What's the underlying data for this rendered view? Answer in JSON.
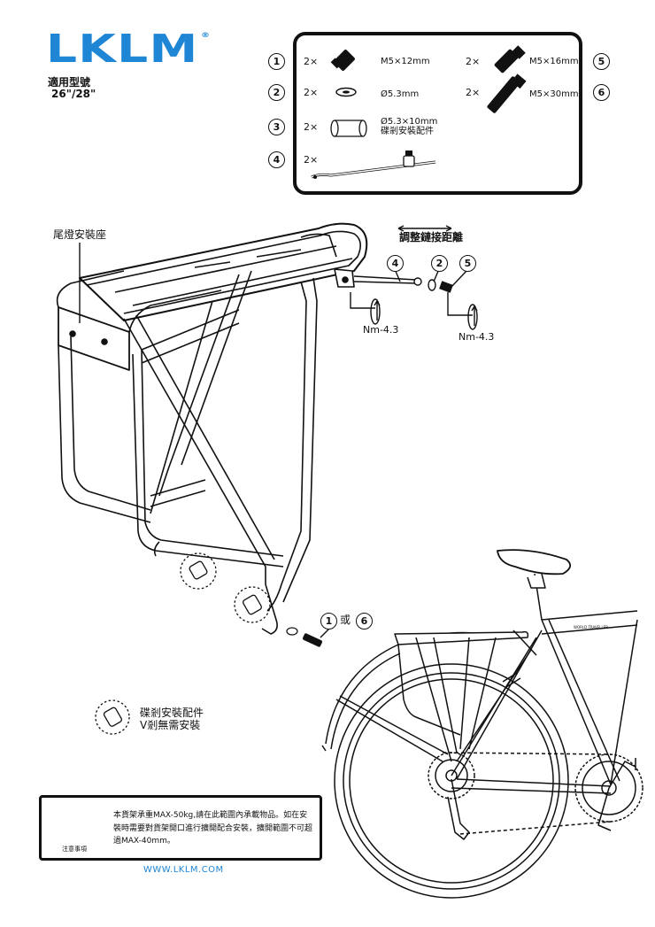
{
  "brand": {
    "logo": "LKLM",
    "registered_mark": "®",
    "url": "WWW.LKLM.COM",
    "accent_color": "#1f86d6"
  },
  "compatibility": {
    "title": "適用型號",
    "sizes": "26\"/28\""
  },
  "parts": [
    {
      "number": "1",
      "qty": "2×",
      "desc": "M5×12mm",
      "icon": "bolt-icon"
    },
    {
      "number": "2",
      "qty": "2×",
      "desc": "Ø5.3mm",
      "icon": "washer-icon"
    },
    {
      "number": "3",
      "qty": "2×",
      "desc_line1": "Ø5.3×10mm",
      "desc_line2": "碟剎安裝配件",
      "icon": "spacer-icon"
    },
    {
      "number": "4",
      "qty": "2×",
      "desc": "",
      "icon": "adjustable-strut-icon"
    },
    {
      "number": "5",
      "qty": "2×",
      "desc": "M5×16mm",
      "icon": "bolt-icon"
    },
    {
      "number": "6",
      "qty": "2×",
      "desc": "M5×30mm",
      "icon": "long-bolt-icon"
    }
  ],
  "diagram": {
    "taillight_mount_label": "尾燈安裝座",
    "adjust_distance_label": "調整鏈接距離",
    "callout_4": "4",
    "callout_2": "2",
    "callout_5": "5",
    "torque_1": "Nm-4.3",
    "torque_2": "Nm-4.3",
    "callout_1": "1",
    "callout_or": "或",
    "callout_6": "6",
    "disc_note_line1": "碟剎安裝配件",
    "disc_note_line2": "V剎無需安裝",
    "bike_frame_text": "WORLD TRAVELLER"
  },
  "warning": {
    "icon": "warning-triangle-icon",
    "caption": "注意事項",
    "text": "本貨架承重MAX-50kg,請在此範圍內承載物品。如在安裝時需要對貨架開口進行擴開配合安裝，擴開範圍不可超過MAX-40mm。"
  }
}
